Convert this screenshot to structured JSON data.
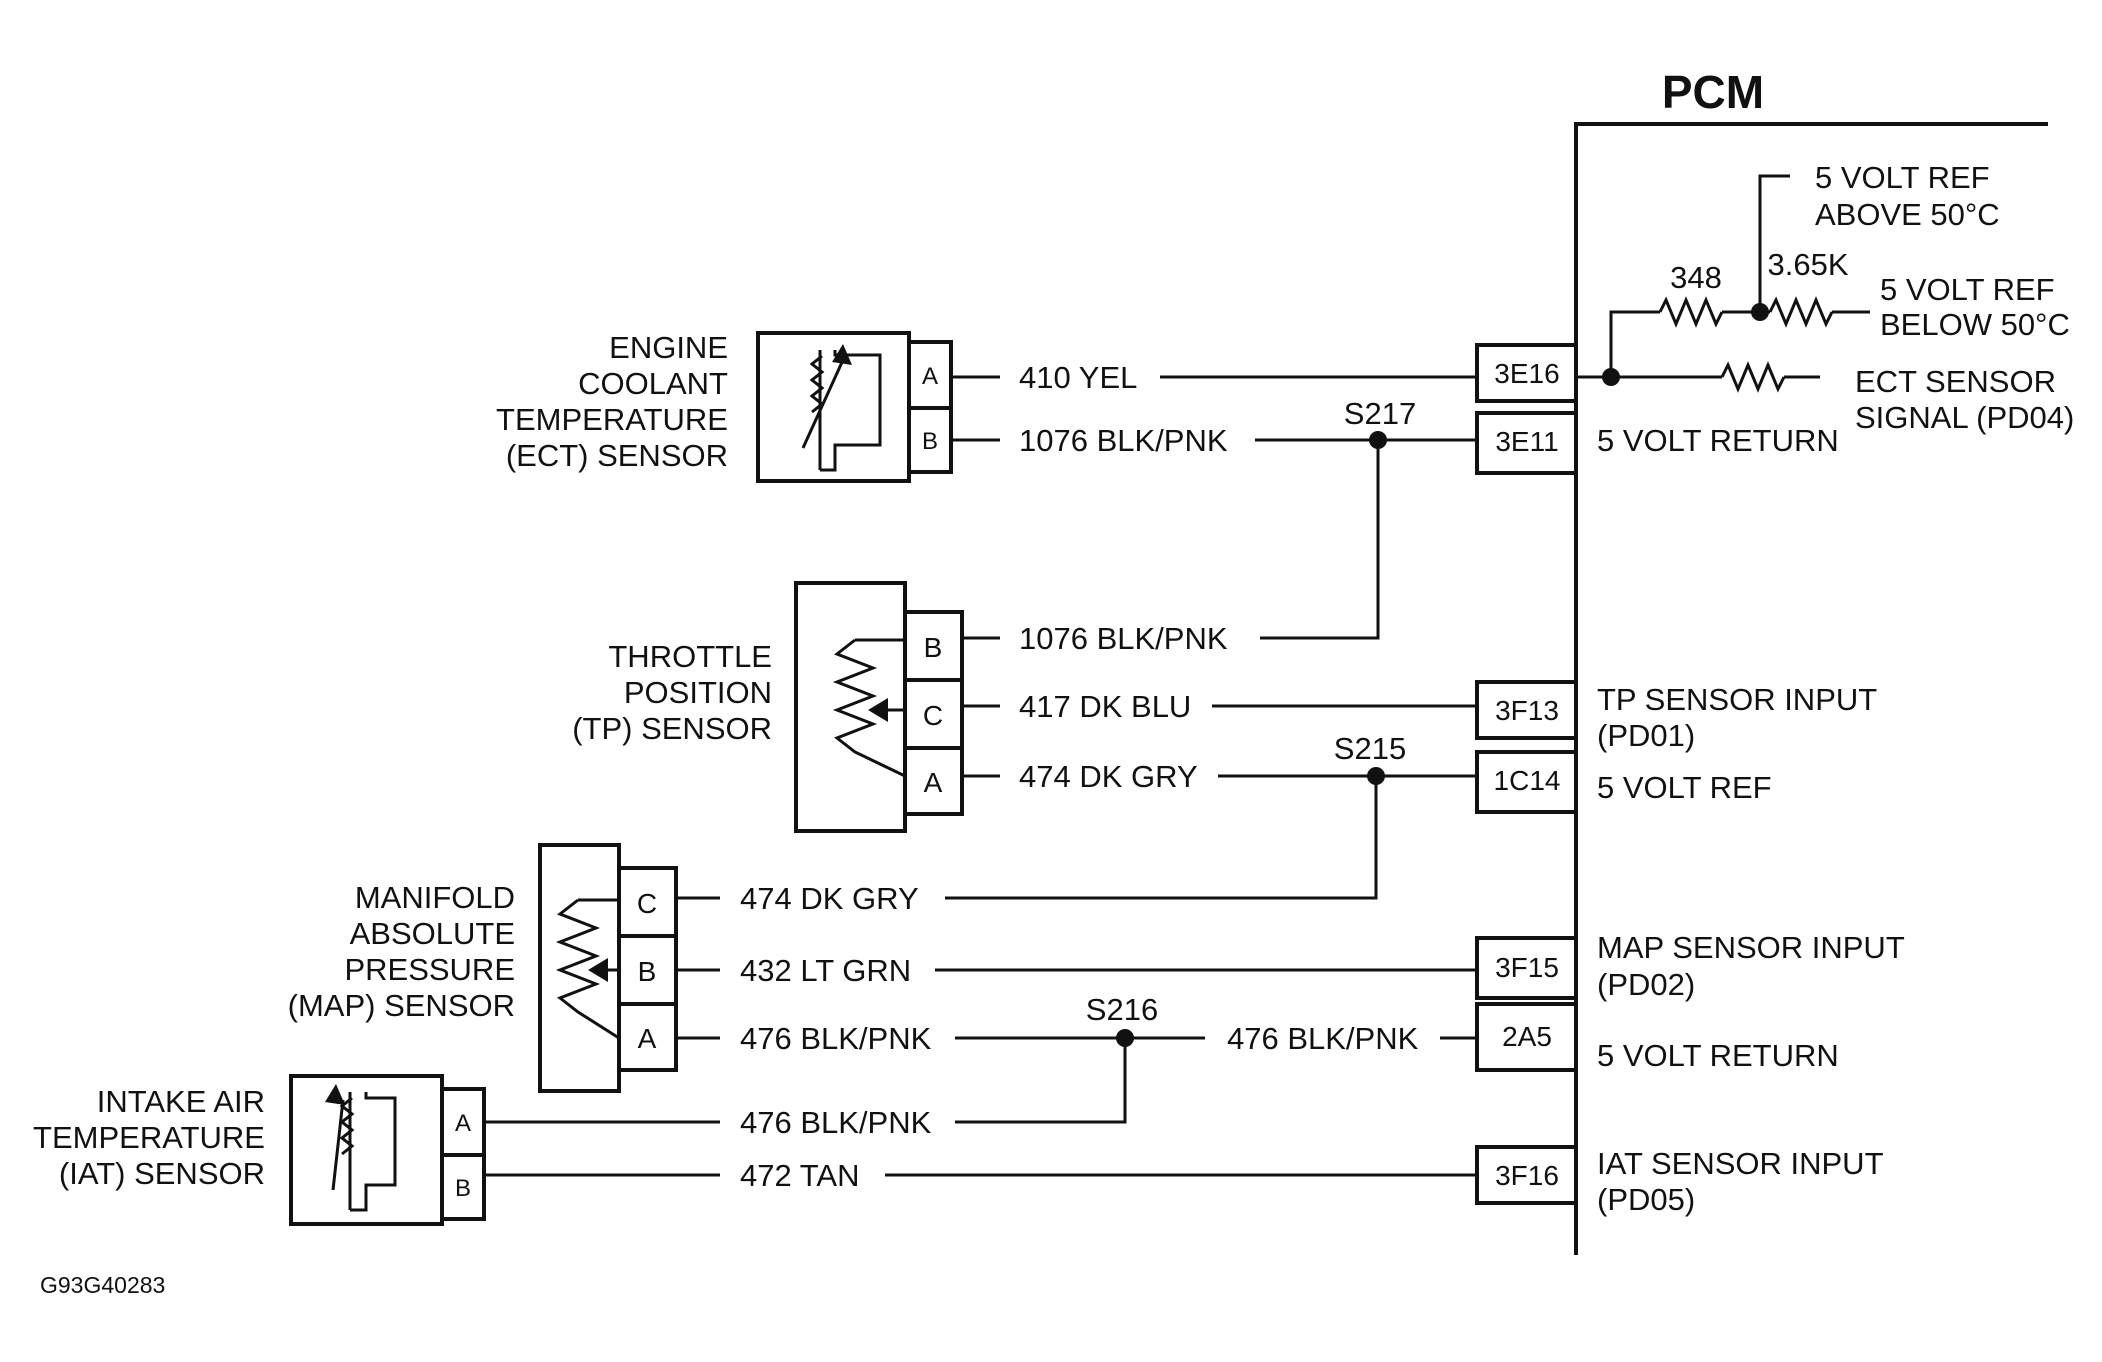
{
  "pcm": {
    "title": "PCM",
    "pins": {
      "p3E16": "3E16",
      "p3E11": "3E11",
      "p3F13": "3F13",
      "p1C14": "1C14",
      "p3F15": "3F15",
      "p2A5": "2A5",
      "p3F16": "3F16"
    },
    "labels": {
      "ref_above_1": "5 VOLT  REF",
      "ref_above_2": "ABOVE 50°C",
      "ref_below_1": "5 VOLT  REF",
      "ref_below_2": "BELOW 50°C",
      "res_348": "348",
      "res_365": "3.65K",
      "ect_signal_1": "ECT SENSOR",
      "ect_signal_2": "SIGNAL (PD04)",
      "return_ect": "5 VOLT RETURN",
      "tp_input_1": "TP SENSOR INPUT",
      "tp_input_2": "(PD01)",
      "ref_5v": "5 VOLT REF",
      "map_input_1": "MAP SENSOR INPUT",
      "map_input_2": "(PD02)",
      "return_map": "5 VOLT RETURN",
      "iat_input_1": "IAT SENSOR INPUT",
      "iat_input_2": "(PD05)"
    }
  },
  "sensors": {
    "ect": {
      "name_1": "ENGINE",
      "name_2": "COOLANT",
      "name_3": "TEMPERATURE",
      "name_4": "(ECT) SENSOR",
      "pin_a": "A",
      "pin_b": "B"
    },
    "tp": {
      "name_1": "THROTTLE",
      "name_2": "POSITION",
      "name_3": "(TP) SENSOR",
      "pin_b": "B",
      "pin_c": "C",
      "pin_a": "A"
    },
    "map": {
      "name_1": "MANIFOLD",
      "name_2": "ABSOLUTE",
      "name_3": "PRESSURE",
      "name_4": "(MAP) SENSOR",
      "pin_c": "C",
      "pin_b": "B",
      "pin_a": "A"
    },
    "iat": {
      "name_1": "INTAKE AIR",
      "name_2": "TEMPERATURE",
      "name_3": "(IAT) SENSOR",
      "pin_a": "A",
      "pin_b": "B"
    }
  },
  "wires": {
    "ect_a": "410 YEL",
    "ect_b": "1076 BLK/PNK",
    "tp_b": "1076 BLK/PNK",
    "tp_c": "417 DK BLU",
    "tp_a": "474 DK GRY",
    "map_c": "474 DK GRY",
    "map_b": "432 LT GRN",
    "map_a": "476 BLK/PNK",
    "map_return": "476 BLK/PNK",
    "iat_a": "476 BLK/PNK",
    "iat_b": "472 TAN"
  },
  "splices": {
    "s217": "S217",
    "s215": "S215",
    "s216": "S216"
  },
  "figure_code": "G93G40283"
}
